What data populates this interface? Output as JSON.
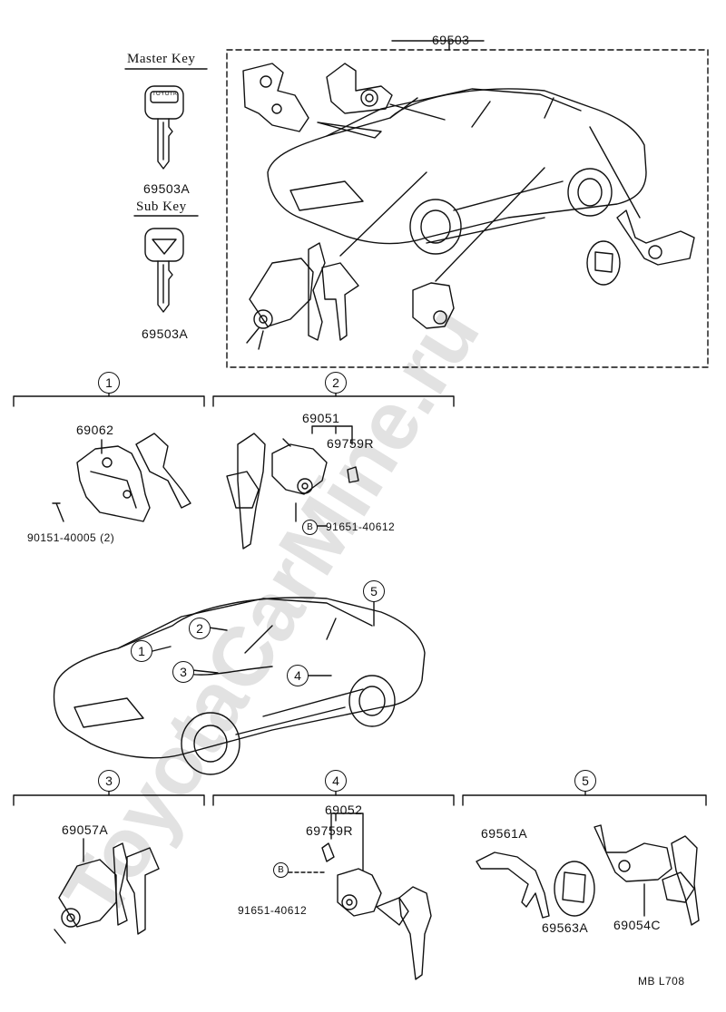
{
  "header": {
    "kit_part": "69503"
  },
  "keys": {
    "master_title": "Master Key",
    "master_part": "69503A",
    "sub_title": "Sub Key",
    "sub_part": "69503A",
    "brand_stamp": "TOYOTA"
  },
  "sections": [
    {
      "id": "1",
      "parts": [
        "69062",
        "90151-40005 (2)"
      ]
    },
    {
      "id": "2",
      "parts": [
        "69051",
        "69759R",
        "B",
        "91651-40612"
      ]
    },
    {
      "id": "3",
      "parts": [
        "69057A"
      ]
    },
    {
      "id": "4",
      "parts": [
        "69052",
        "69759R",
        "B",
        "91651-40612"
      ]
    },
    {
      "id": "5",
      "parts": [
        "69561A",
        "69563A",
        "69054C"
      ]
    }
  ],
  "car_callouts": [
    "1",
    "2",
    "3",
    "4",
    "5"
  ],
  "footer": {
    "code": "MB  L708"
  },
  "watermark": "ToyotaCarMine.ru",
  "colors": {
    "ink": "#111111",
    "watermark": "#d8d8d8",
    "background": "#ffffff"
  }
}
